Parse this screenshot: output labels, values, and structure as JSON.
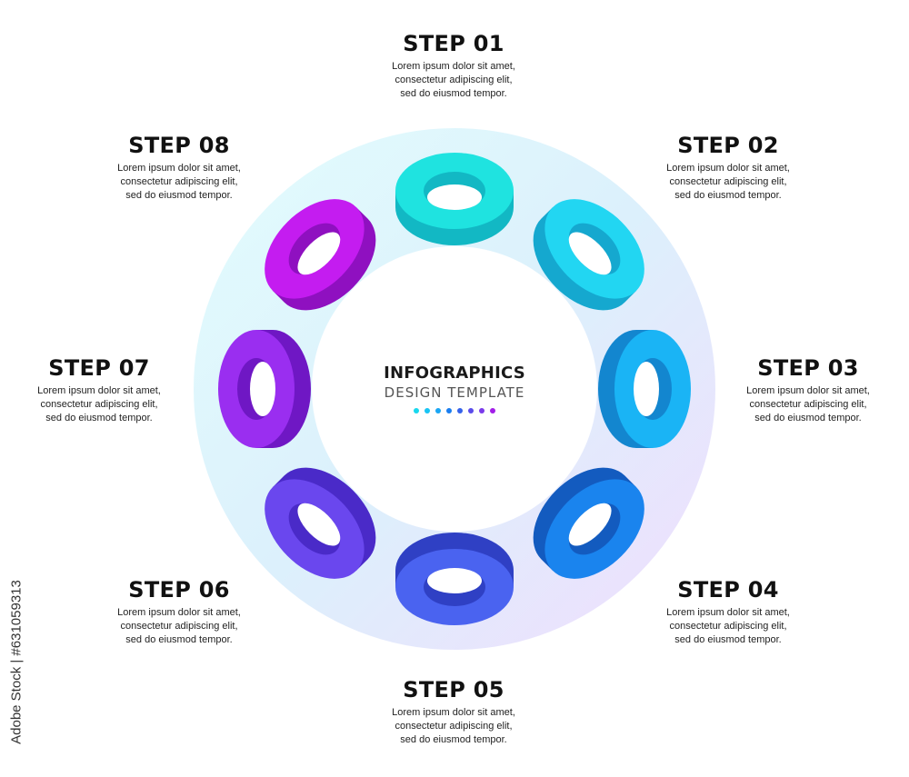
{
  "center": {
    "title": "INFOGRAPHICS",
    "subtitle": "DESIGN TEMPLATE",
    "dot_colors": [
      "#18d8ee",
      "#18c4f4",
      "#1aa6f4",
      "#1a7ef0",
      "#3563ea",
      "#5a4cea",
      "#7a3aea",
      "#a21ee8"
    ]
  },
  "steps": [
    {
      "title": "STEP 01",
      "lines": [
        "Lorem ipsum dolor sit amet,",
        "consectetur adipiscing elit,",
        "sed do eiusmod tempor."
      ],
      "color": "#1fe3e0",
      "dark": "#12b8c4"
    },
    {
      "title": "STEP 02",
      "lines": [
        "Lorem ipsum dolor sit amet,",
        "consectetur adipiscing elit,",
        "sed do eiusmod tempor."
      ],
      "color": "#22d6f2",
      "dark": "#15a8cf"
    },
    {
      "title": "STEP 03",
      "lines": [
        "Lorem ipsum dolor sit amet,",
        "consectetur adipiscing elit,",
        "sed do eiusmod tempor."
      ],
      "color": "#1ab4f5",
      "dark": "#1386cf"
    },
    {
      "title": "STEP 04",
      "lines": [
        "Lorem ipsum dolor sit amet,",
        "consectetur adipiscing elit,",
        "sed do eiusmod tempor."
      ],
      "color": "#1a84ee",
      "dark": "#135bbf"
    },
    {
      "title": "STEP 05",
      "lines": [
        "Lorem ipsum dolor sit amet,",
        "consectetur adipiscing elit,",
        "sed do eiusmod tempor."
      ],
      "color": "#4a63f0",
      "dark": "#2f40c4"
    },
    {
      "title": "STEP 06",
      "lines": [
        "Lorem ipsum dolor sit amet,",
        "consectetur adipiscing elit,",
        "sed do eiusmod tempor."
      ],
      "color": "#6a47ee",
      "dark": "#4a2ac8"
    },
    {
      "title": "STEP 07",
      "lines": [
        "Lorem ipsum dolor sit amet,",
        "consectetur adipiscing elit,",
        "sed do eiusmod tempor."
      ],
      "color": "#9a2ef0",
      "dark": "#6f17c4"
    },
    {
      "title": "STEP 08",
      "lines": [
        "Lorem ipsum dolor sit amet,",
        "consectetur adipiscing elit,",
        "sed do eiusmod tempor."
      ],
      "color": "#c41cf0",
      "dark": "#8f10c0"
    }
  ],
  "credit": "Adobe Stock | #631059313"
}
